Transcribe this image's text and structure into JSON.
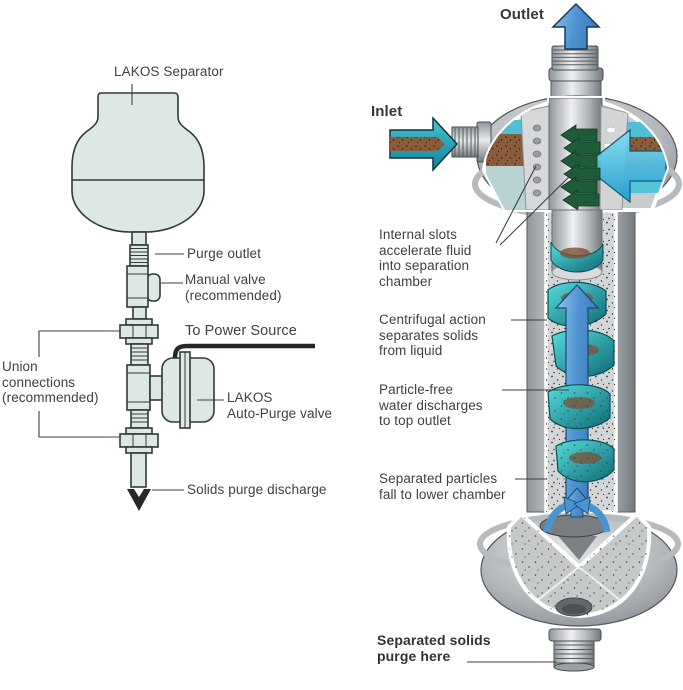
{
  "left_diagram": {
    "separator_label": "LAKOS Separator",
    "purge_outlet_label": "Purge outlet",
    "manual_valve_label": "Manual valve\n(recommended)",
    "power_source_label": "To Power Source",
    "union_connections_label": "Union\nconnections\n(recommended)",
    "auto_purge_valve_label": "LAKOS\nAuto-Purge valve",
    "solids_purge_label": "Solids purge discharge"
  },
  "right_diagram": {
    "outlet_label": "Outlet",
    "inlet_label": "Inlet",
    "internal_slots_label": "Internal slots\naccelerate fluid\ninto separation\nchamber",
    "centrifugal_label": "Centrifugal action\nseparates solids\nfrom liquid",
    "particle_free_label": "Particle-free\nwater discharges\nto top outlet",
    "separated_particles_label": "Separated particles\nfall to lower chamber",
    "separated_solids_label": "Separated solids\npurge here"
  },
  "colors": {
    "text": "#3d4145",
    "vessel_fill": "#dde8e4",
    "outline": "#33383b",
    "water_blue": "#4a90c9",
    "flow_teal": "#2bb0c4",
    "slot_green": "#1e5c38",
    "solids_brown": "#8a5c3a",
    "metal_gray": "#a8adb1"
  }
}
